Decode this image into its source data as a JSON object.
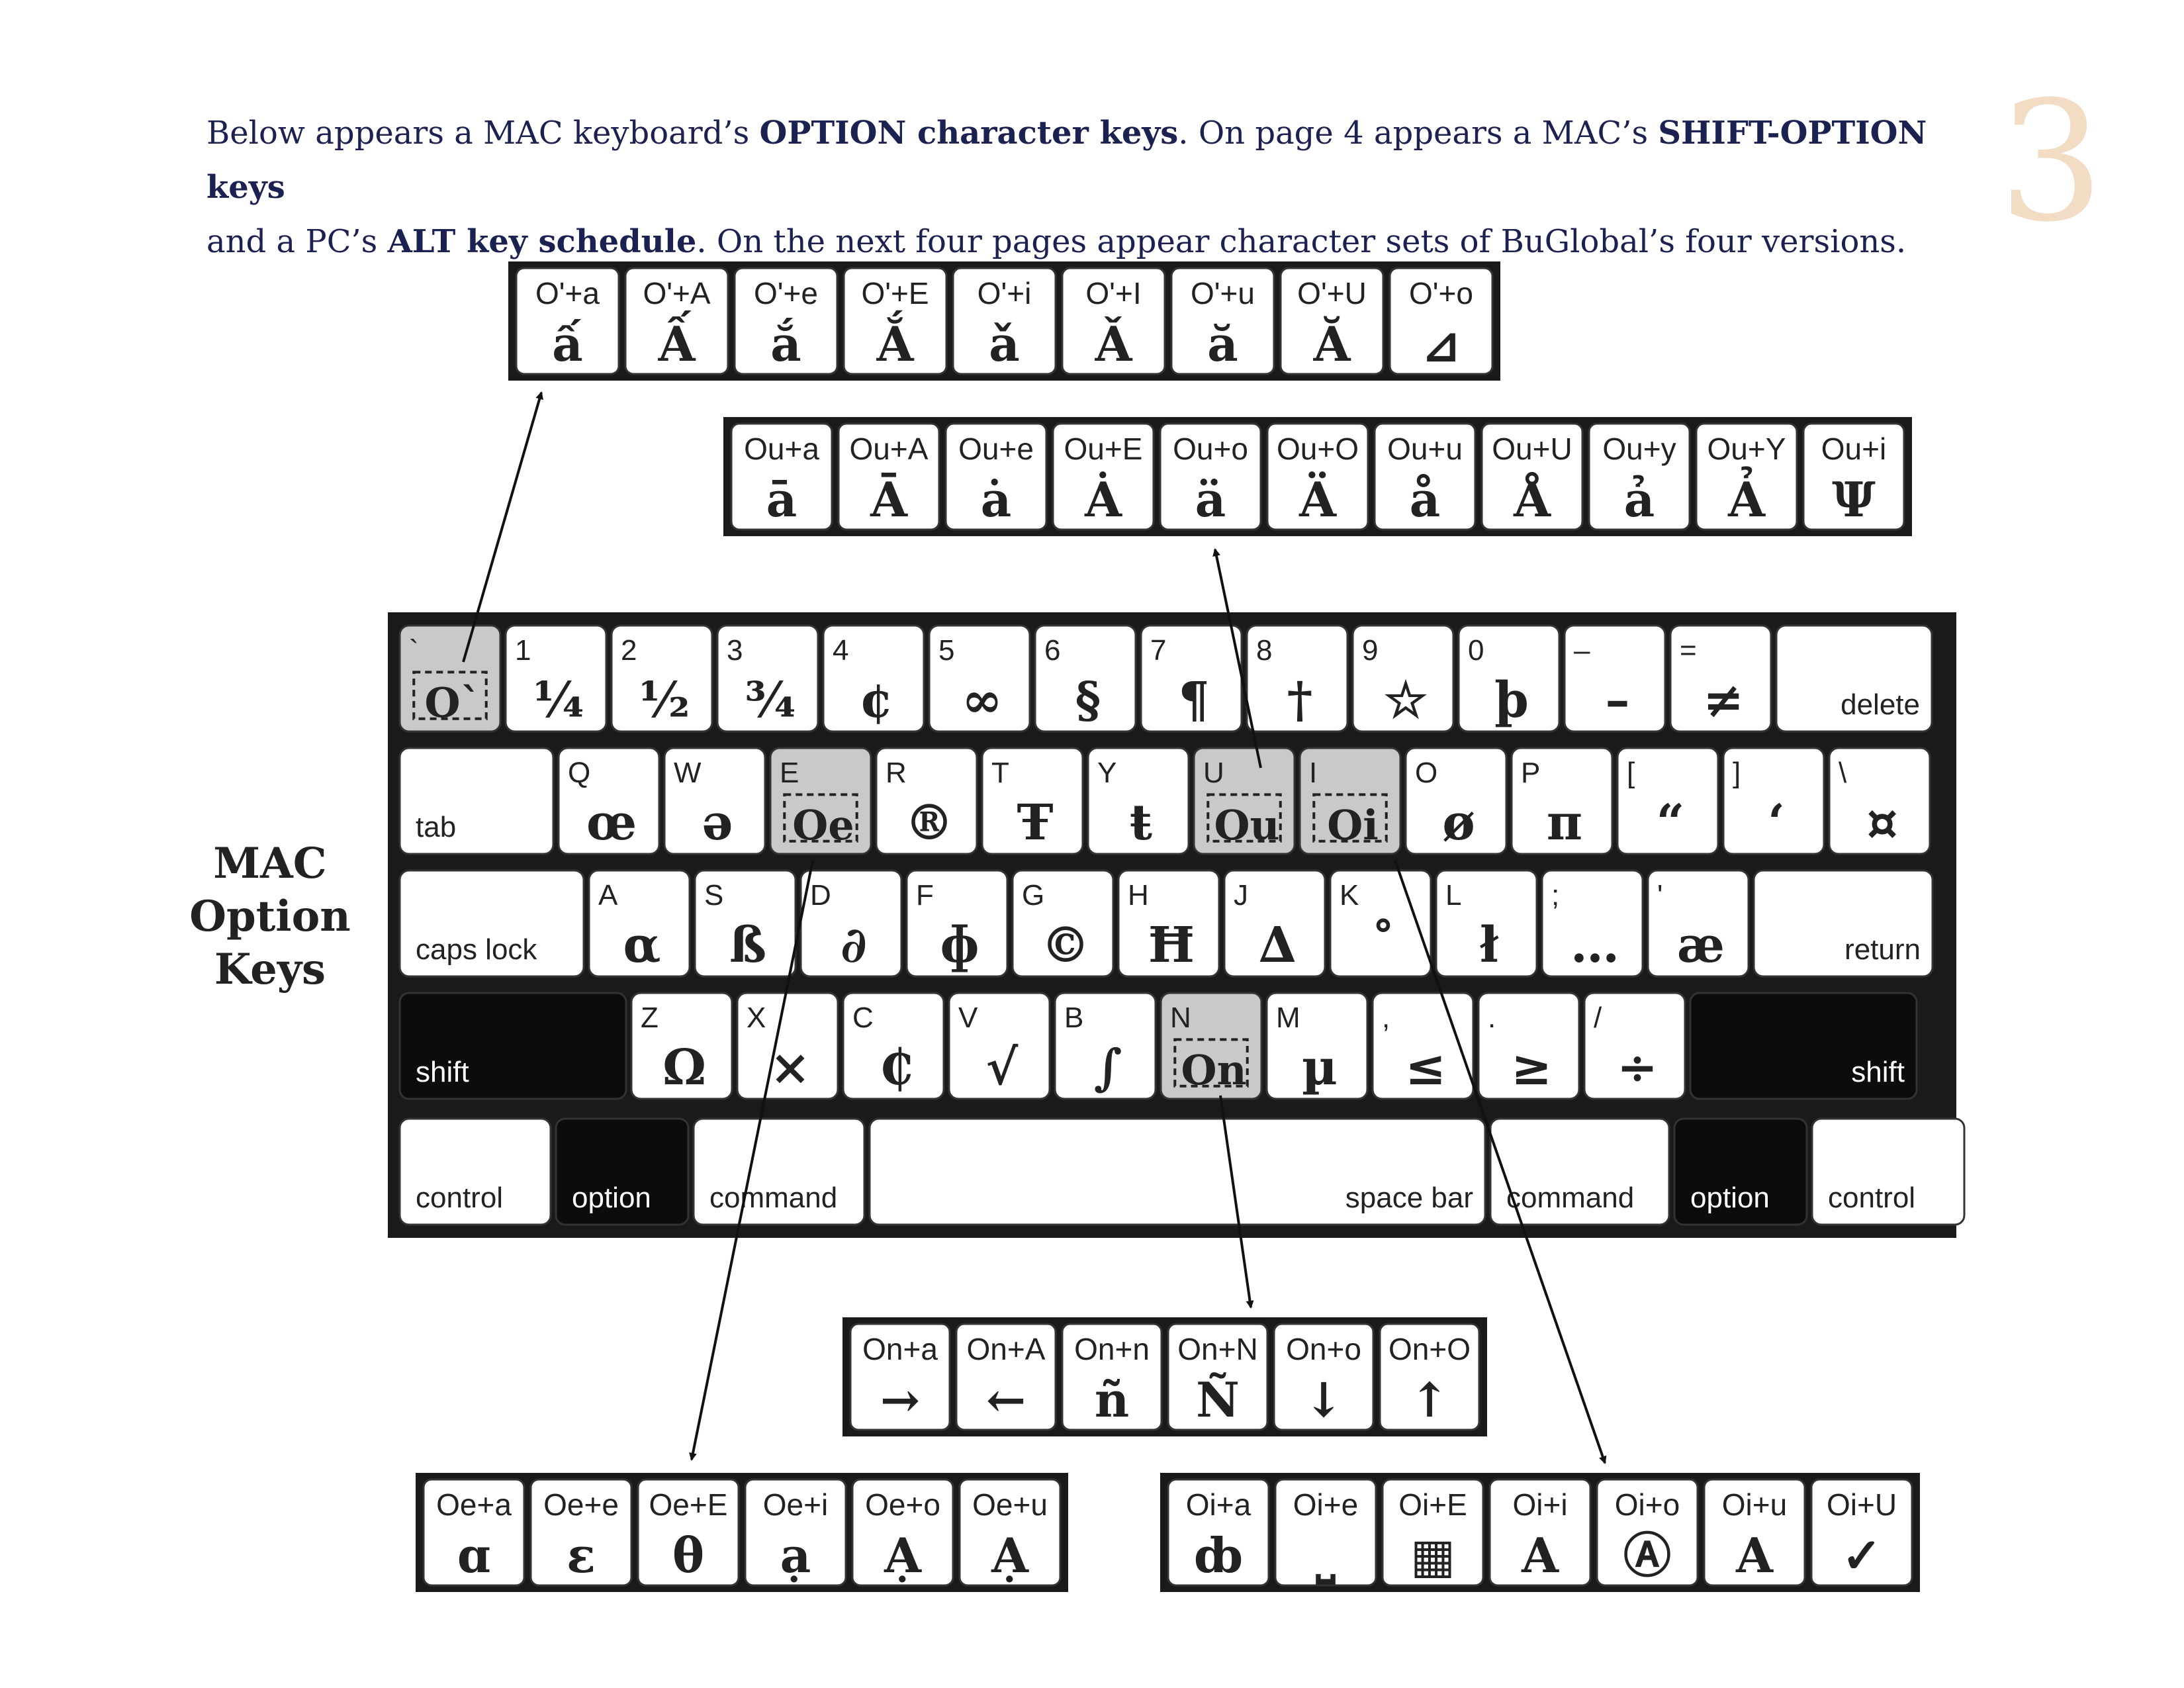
{
  "intro": {
    "p1": "Below appears a MAC keyboard’s ",
    "p2": "OPTION character keys",
    "p3": ". On page 4 appears a MAC’s ",
    "p4": "SHIFT-OPTION keys",
    "p5": "and a PC’s ",
    "p6": "ALT key schedule",
    "p7": ". On the next four pages appear character sets of BuGlobal’s four versions."
  },
  "page_number": "3",
  "side_title": {
    "line1": "MAC",
    "line2": "Option",
    "line3": "Keys"
  },
  "colors": {
    "text": "#1b2150",
    "page_number": "#f2dcc4",
    "key_fill": "#ffffff",
    "highlight": "#c9c9c9",
    "frame": "#1a1a1a"
  },
  "keyboard": {
    "row1": [
      {
        "label": "`",
        "glyph": "O`",
        "hl": true
      },
      {
        "label": "1",
        "glyph": "¼"
      },
      {
        "label": "2",
        "glyph": "½"
      },
      {
        "label": "3",
        "glyph": "¾"
      },
      {
        "label": "4",
        "glyph": "¢"
      },
      {
        "label": "5",
        "glyph": "∞"
      },
      {
        "label": "6",
        "glyph": "§"
      },
      {
        "label": "7",
        "glyph": "¶"
      },
      {
        "label": "8",
        "glyph": "†"
      },
      {
        "label": "9",
        "glyph": "☆"
      },
      {
        "label": "0",
        "glyph": "þ"
      },
      {
        "label": "–",
        "glyph": "–"
      },
      {
        "label": "=",
        "glyph": "≠"
      },
      {
        "label": "delete",
        "glyph": "",
        "wide": true
      }
    ],
    "row2": [
      {
        "label": "tab",
        "glyph": "",
        "wide": true
      },
      {
        "label": "Q",
        "glyph": "œ"
      },
      {
        "label": "W",
        "glyph": "ə"
      },
      {
        "label": "E",
        "glyph": "Oe",
        "hl": true
      },
      {
        "label": "R",
        "glyph": "®"
      },
      {
        "label": "T",
        "glyph": "Ŧ"
      },
      {
        "label": "Y",
        "glyph": "ŧ"
      },
      {
        "label": "U",
        "glyph": "Ou",
        "hl": true
      },
      {
        "label": "I",
        "glyph": "Oi",
        "hl": true
      },
      {
        "label": "O",
        "glyph": "ø"
      },
      {
        "label": "P",
        "glyph": "π"
      },
      {
        "label": "[",
        "glyph": "“"
      },
      {
        "label": "]",
        "glyph": "‘"
      },
      {
        "label": "\\",
        "glyph": "¤"
      }
    ],
    "row3": [
      {
        "label": "caps lock",
        "glyph": "",
        "wide": true
      },
      {
        "label": "A",
        "glyph": "α"
      },
      {
        "label": "S",
        "glyph": "ß"
      },
      {
        "label": "D",
        "glyph": "∂"
      },
      {
        "label": "F",
        "glyph": "ɸ"
      },
      {
        "label": "G",
        "glyph": "©"
      },
      {
        "label": "H",
        "glyph": "Ħ"
      },
      {
        "label": "J",
        "glyph": "∆"
      },
      {
        "label": "K",
        "glyph": "˚"
      },
      {
        "label": "L",
        "glyph": "ł"
      },
      {
        "label": ";",
        "glyph": "…"
      },
      {
        "label": "'",
        "glyph": "æ"
      },
      {
        "label": "return",
        "glyph": "",
        "wide": true
      }
    ],
    "row4": [
      {
        "label": "shift",
        "glyph": "",
        "dark": true
      },
      {
        "label": "Z",
        "glyph": "Ω"
      },
      {
        "label": "X",
        "glyph": "×"
      },
      {
        "label": "C",
        "glyph": "₵"
      },
      {
        "label": "V",
        "glyph": "√"
      },
      {
        "label": "B",
        "glyph": "∫"
      },
      {
        "label": "N",
        "glyph": "On",
        "hl": true
      },
      {
        "label": "M",
        "glyph": "µ"
      },
      {
        "label": ",",
        "glyph": "≤"
      },
      {
        "label": ".",
        "glyph": "≥"
      },
      {
        "label": "/",
        "glyph": "÷"
      },
      {
        "label": "shift",
        "glyph": "",
        "dark": true
      }
    ],
    "row5": [
      {
        "label": "control"
      },
      {
        "label": "option",
        "dark": true
      },
      {
        "label": "command"
      },
      {
        "label": "space bar"
      },
      {
        "label": "command"
      },
      {
        "label": "option",
        "dark": true
      },
      {
        "label": "control"
      }
    ]
  },
  "dead_key_sets": {
    "grave": [
      {
        "label": "O'+a",
        "glyph": "ấ"
      },
      {
        "label": "O'+A",
        "glyph": "Ấ"
      },
      {
        "label": "O'+e",
        "glyph": "ắ"
      },
      {
        "label": "O'+E",
        "glyph": "Ắ"
      },
      {
        "label": "O'+i",
        "glyph": "ǎ"
      },
      {
        "label": "O'+I",
        "glyph": "Ǎ"
      },
      {
        "label": "O'+u",
        "glyph": "ă"
      },
      {
        "label": "O'+U",
        "glyph": "Ă"
      },
      {
        "label": "O'+o",
        "glyph": "⊿"
      }
    ],
    "u": [
      {
        "label": "Ou+a",
        "glyph": "ā"
      },
      {
        "label": "Ou+A",
        "glyph": "Ā"
      },
      {
        "label": "Ou+e",
        "glyph": "ȧ"
      },
      {
        "label": "Ou+E",
        "glyph": "Ȧ"
      },
      {
        "label": "Ou+o",
        "glyph": "ä"
      },
      {
        "label": "Ou+O",
        "glyph": "Ä"
      },
      {
        "label": "Ou+u",
        "glyph": "å"
      },
      {
        "label": "Ou+U",
        "glyph": "Å"
      },
      {
        "label": "Ou+y",
        "glyph": "ả"
      },
      {
        "label": "Ou+Y",
        "glyph": "Ả"
      },
      {
        "label": "Ou+i",
        "glyph": "Ψ"
      }
    ],
    "n": [
      {
        "label": "On+a",
        "glyph": "→"
      },
      {
        "label": "On+A",
        "glyph": "←"
      },
      {
        "label": "On+n",
        "glyph": "ñ"
      },
      {
        "label": "On+N",
        "glyph": "Ñ"
      },
      {
        "label": "On+o",
        "glyph": "↓"
      },
      {
        "label": "On+O",
        "glyph": "↑"
      }
    ],
    "e": [
      {
        "label": "Oe+a",
        "glyph": "ɑ"
      },
      {
        "label": "Oe+e",
        "glyph": "ɛ"
      },
      {
        "label": "Oe+E",
        "glyph": "θ"
      },
      {
        "label": "Oe+i",
        "glyph": "ạ"
      },
      {
        "label": "Oe+o",
        "glyph": "Ạ"
      },
      {
        "label": "Oe+u",
        "glyph": "Ạ"
      }
    ],
    "i": [
      {
        "label": "Oi+a",
        "glyph": "ȸ"
      },
      {
        "label": "Oi+e",
        "glyph": "⎵"
      },
      {
        "label": "Oi+E",
        "glyph": "▦"
      },
      {
        "label": "Oi+i",
        "glyph": "A"
      },
      {
        "label": "Oi+o",
        "glyph": "Ⓐ"
      },
      {
        "label": "Oi+u",
        "glyph": "A"
      },
      {
        "label": "Oi+U",
        "glyph": "✓"
      }
    ]
  }
}
